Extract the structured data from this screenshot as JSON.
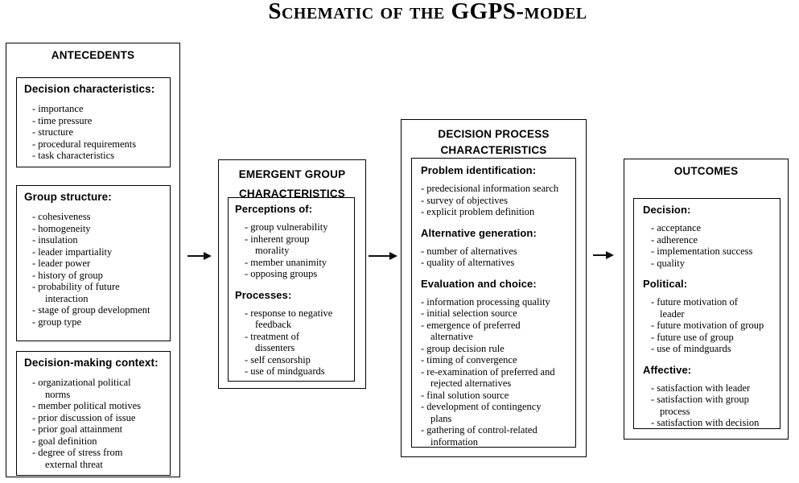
{
  "title": "Schematic of the GGPS-model",
  "icons": {
    "flow_arrow": "right-arrow"
  },
  "boxes": [
    {
      "title": "ANTECEDENTS",
      "sections": [
        {
          "heading": "Decision characteristics:",
          "items": [
            "- importance",
            "- time pressure",
            "- structure",
            "- procedural requirements",
            "- task characteristics"
          ]
        },
        {
          "heading": "Group structure:",
          "items": [
            "- cohesiveness",
            "- homogeneity",
            "- insulation",
            "- leader impartiality",
            "- leader power",
            "- history of group",
            "- probability of future\ninteraction",
            "- stage of group development",
            "- group type"
          ]
        },
        {
          "heading": "Decision-making context:",
          "items": [
            "- organizational political\nnorms",
            "- member political motives",
            "- prior discussion of issue",
            "- prior goal attainment",
            "- goal definition",
            "- degree of stress from\nexternal threat"
          ]
        }
      ]
    },
    {
      "title": "EMERGENT GROUP CHARACTERISTICS",
      "sections": [
        {
          "heading": "Perceptions of:",
          "items": [
            "- group vulnerability",
            "- inherent group\nmorality",
            "- member unanimity",
            "- opposing groups"
          ]
        },
        {
          "heading": "Processes:",
          "items": [
            "- response to negative\nfeedback",
            "- treatment of\ndissenters",
            "- self censorship",
            "- use of mindguards"
          ]
        }
      ]
    },
    {
      "title": "DECISION PROCESS CHARACTERISTICS",
      "sections": [
        {
          "heading": "Problem identification:",
          "items": [
            "- predecisional information search",
            "- survey of objectives",
            "- explicit problem definition"
          ]
        },
        {
          "heading": "Alternative generation:",
          "items": [
            "- number of alternatives",
            "- quality of alternatives"
          ]
        },
        {
          "heading": "Evaluation and choice:",
          "items": [
            "- information processing quality",
            "- initial selection source",
            "- emergence of preferred\nalternative",
            "- group decision rule",
            "- timing of convergence",
            "- re-examination of preferred and\nrejected alternatives",
            "- final solution source",
            "- development of contingency\nplans",
            "- gathering of control-related\ninformation"
          ]
        }
      ]
    },
    {
      "title": "OUTCOMES",
      "sections": [
        {
          "heading": "Decision:",
          "items": [
            "- acceptance",
            "- adherence",
            "- implementation success",
            "- quality"
          ]
        },
        {
          "heading": "Political:",
          "items": [
            "- future motivation of\nleader",
            "- future motivation of group",
            "- future use of group",
            "- use of mindguards"
          ]
        },
        {
          "heading": "Affective:",
          "items": [
            "- satisfaction with leader",
            "- satisfaction with group\nprocess",
            "- satisfaction with decision"
          ]
        }
      ]
    }
  ]
}
